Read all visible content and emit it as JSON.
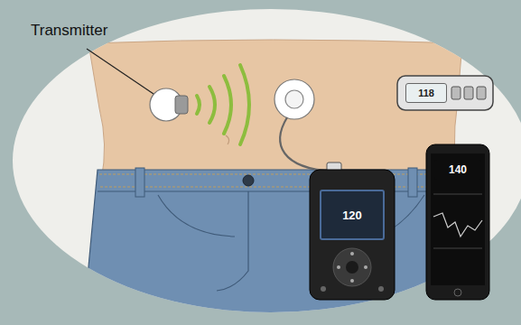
{
  "diagram": {
    "nodes": [
      {
        "text": [
          "118"
        ]
      },
      {
        "text": [
          "140"
        ]
      },
      {
        "text": [
          "120"
        ]
      }
    ],
    "labels": [
      "Transmitter"
    ]
  }
}
